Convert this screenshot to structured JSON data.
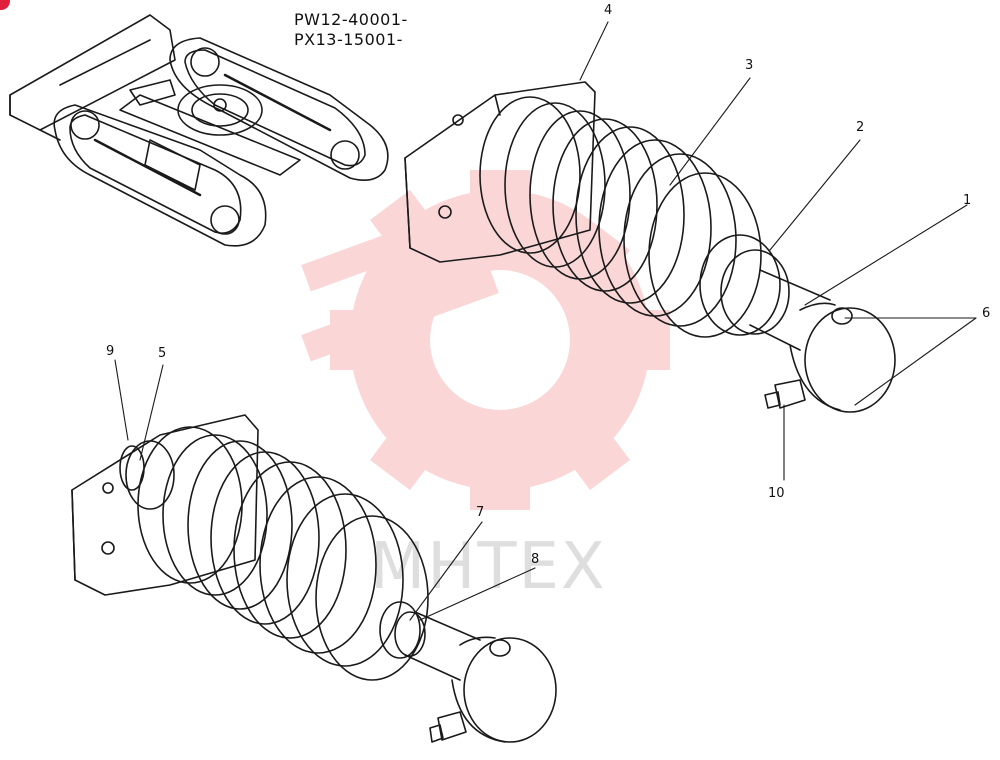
{
  "serials": [
    "PW12-40001-",
    "PX13-15001-"
  ],
  "callouts": {
    "c1": "1",
    "c2": "2",
    "c3": "3",
    "c4": "4",
    "c5": "5",
    "c6": "6",
    "c7": "7",
    "c8": "8",
    "c9": "9",
    "c10": "10"
  },
  "watermark": {
    "text": "MHTEX",
    "logo_color": "#e8232a"
  },
  "colors": {
    "line": "#1a1a1a",
    "badge": "#e0203a"
  }
}
